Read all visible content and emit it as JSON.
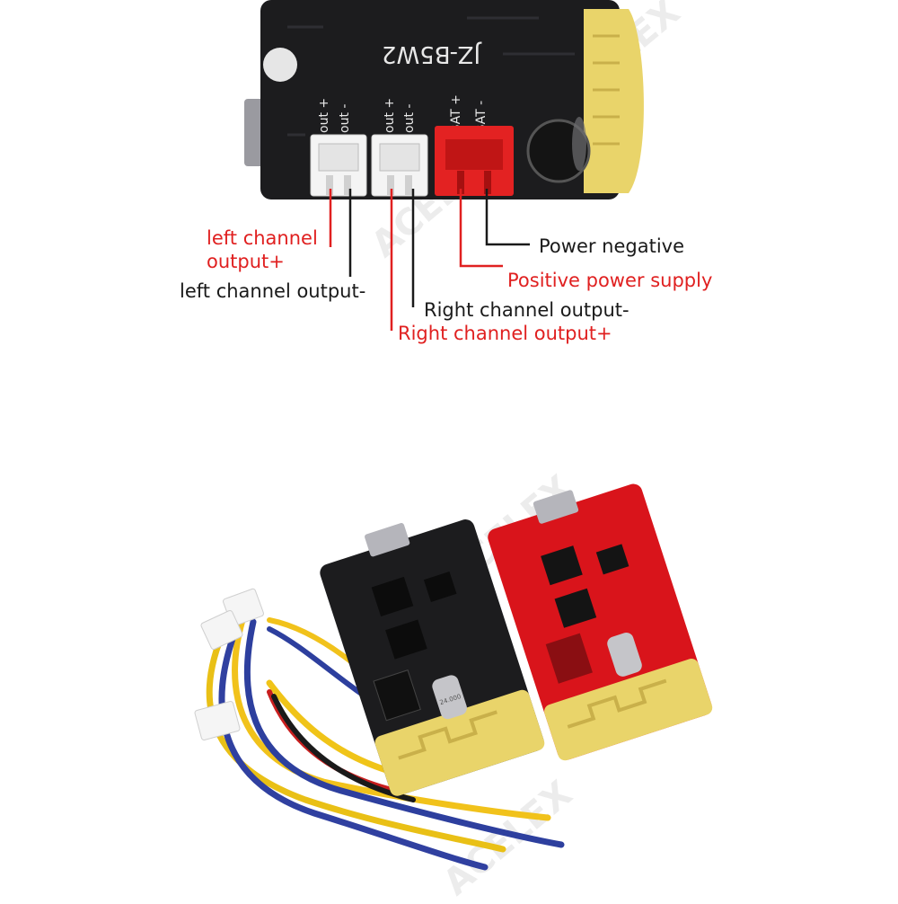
{
  "board": {
    "silkscreen_model": "JZ-B5W2",
    "pin_labels": [
      "out +",
      "out -",
      "out +",
      "out -",
      "BAT +",
      "BAT -"
    ],
    "crystal_marking": "24.000"
  },
  "watermark": "ACELEX",
  "callouts": {
    "left_out_plus_line1": "left channel",
    "left_out_plus_line2": "output+",
    "left_out_minus": "left channel output-",
    "right_out_minus": "Right channel output-",
    "right_out_plus": "Right channel output+",
    "power_negative": "Power negative",
    "positive_power": "Positive power supply"
  },
  "colors": {
    "red_label": "#e02020",
    "black_label": "#1a1a1a",
    "pcb_black": "#1c1c1e",
    "pcb_red": "#d9141b",
    "antenna_yellow": "#e9d46a"
  }
}
